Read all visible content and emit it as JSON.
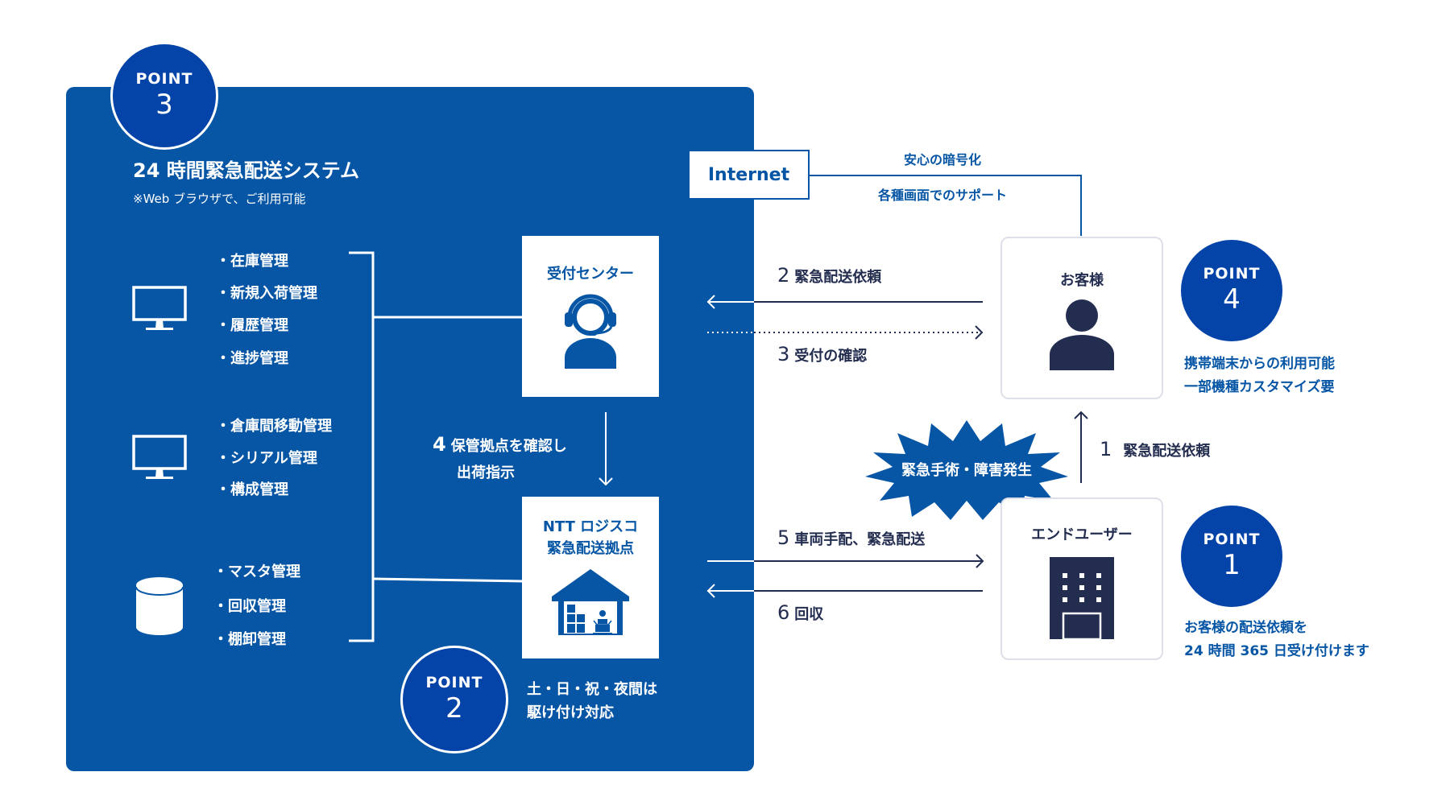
{
  "system": {
    "point_label": "POINT",
    "point_number": "3",
    "title": "24 時間緊急配送システム",
    "subtitle": "※Web ブラウザで、ご利用可能",
    "feature_groups": [
      {
        "icon": "monitor-icon",
        "items": [
          "・在庫管理",
          "・新規入荷管理",
          "・履歴管理",
          "・進捗管理"
        ]
      },
      {
        "icon": "monitor-icon",
        "items": [
          "・倉庫間移動管理",
          "・シリアル管理",
          "・構成管理"
        ]
      },
      {
        "icon": "database-icon",
        "items": [
          "・マスタ管理",
          "・回収管理",
          "・棚卸管理"
        ]
      }
    ]
  },
  "reception": {
    "label": "受付センター",
    "icon": "headset-operator-icon"
  },
  "instruction": {
    "number": "4",
    "line1": "保管拠点を確認し",
    "line2": "出荷指示"
  },
  "warehouse": {
    "line1": "NTT ロジスコ",
    "line2": "緊急配送拠点",
    "icon": "warehouse-icon"
  },
  "point2": {
    "point_label": "POINT",
    "point_number": "2",
    "line1": "土・日・祝・夜間は",
    "line2": "駆け付け対応"
  },
  "internet": {
    "label": "Internet",
    "note1": "安心の暗号化",
    "note2": "各種画面でのサポート"
  },
  "customer": {
    "label": "お客様",
    "icon": "person-icon"
  },
  "point4": {
    "point_label": "POINT",
    "point_number": "4",
    "line1": "携帯端末からの利用可能",
    "line2": "一部機種カスタマイズ要"
  },
  "end_user": {
    "label": "エンドユーザー",
    "icon": "building-icon"
  },
  "point1": {
    "point_label": "POINT",
    "point_number": "1",
    "line1": "お客様の配送依頼を",
    "line2": "24 時間 365 日受け付けます"
  },
  "burst": {
    "label": "緊急手術・障害発生"
  },
  "flows": [
    {
      "number": "1",
      "label": "緊急配送依頼"
    },
    {
      "number": "2",
      "label": "緊急配送依頼"
    },
    {
      "number": "3",
      "label": "受付の確認"
    },
    {
      "number": "5",
      "label": "車両手配、緊急配送"
    },
    {
      "number": "6",
      "label": "回収"
    }
  ],
  "colors": {
    "panel": "#0656a5",
    "point": "#0443a8",
    "navy": "#232d4f",
    "card_border": "#dde0e8"
  }
}
